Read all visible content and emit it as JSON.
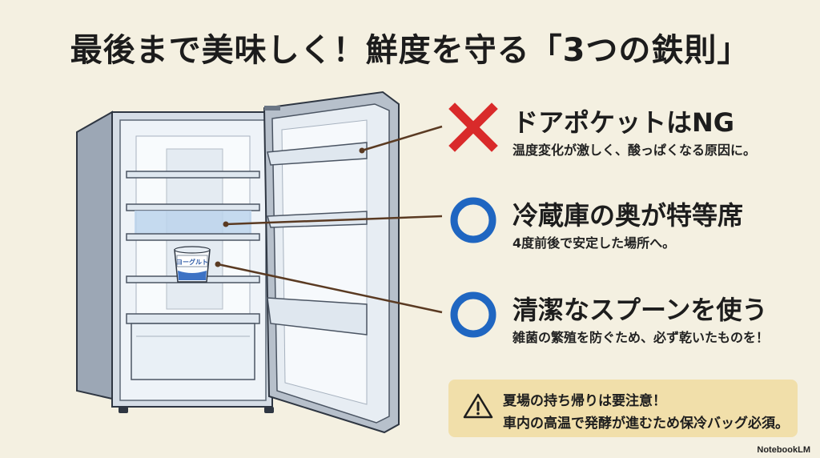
{
  "title": "最後まで美味しく！鮮度を守る「3つの鉄則」",
  "fridge": {
    "yogurt_label": "ヨーグルト"
  },
  "rules": [
    {
      "mark": "x-mark-icon",
      "heading": "ドアポケットはNG",
      "detail": "温度変化が激しく、酸っぱくなる原因に。"
    },
    {
      "mark": "circle-mark-icon",
      "heading": "冷蔵庫の奥が特等席",
      "detail": "4度前後で安定した場所へ。"
    },
    {
      "mark": "circle-mark-icon",
      "heading": "清潔なスプーンを使う",
      "detail": "雑菌の繁殖を防ぐため、必ず乾いたものを！"
    }
  ],
  "notice": {
    "icon": "warning-icon",
    "line1": "夏場の持ち帰りは要注意！",
    "line2": "車内の高温で発酵が進むため保冷バッグ必須。"
  },
  "brand": "NotebookLM",
  "colors": {
    "background": "#f4f0e1",
    "x_mark": "#d92a2a",
    "circle_mark": "#1f66c1",
    "notice_bg": "#f1dfaa",
    "leader": "#5a3a22"
  }
}
